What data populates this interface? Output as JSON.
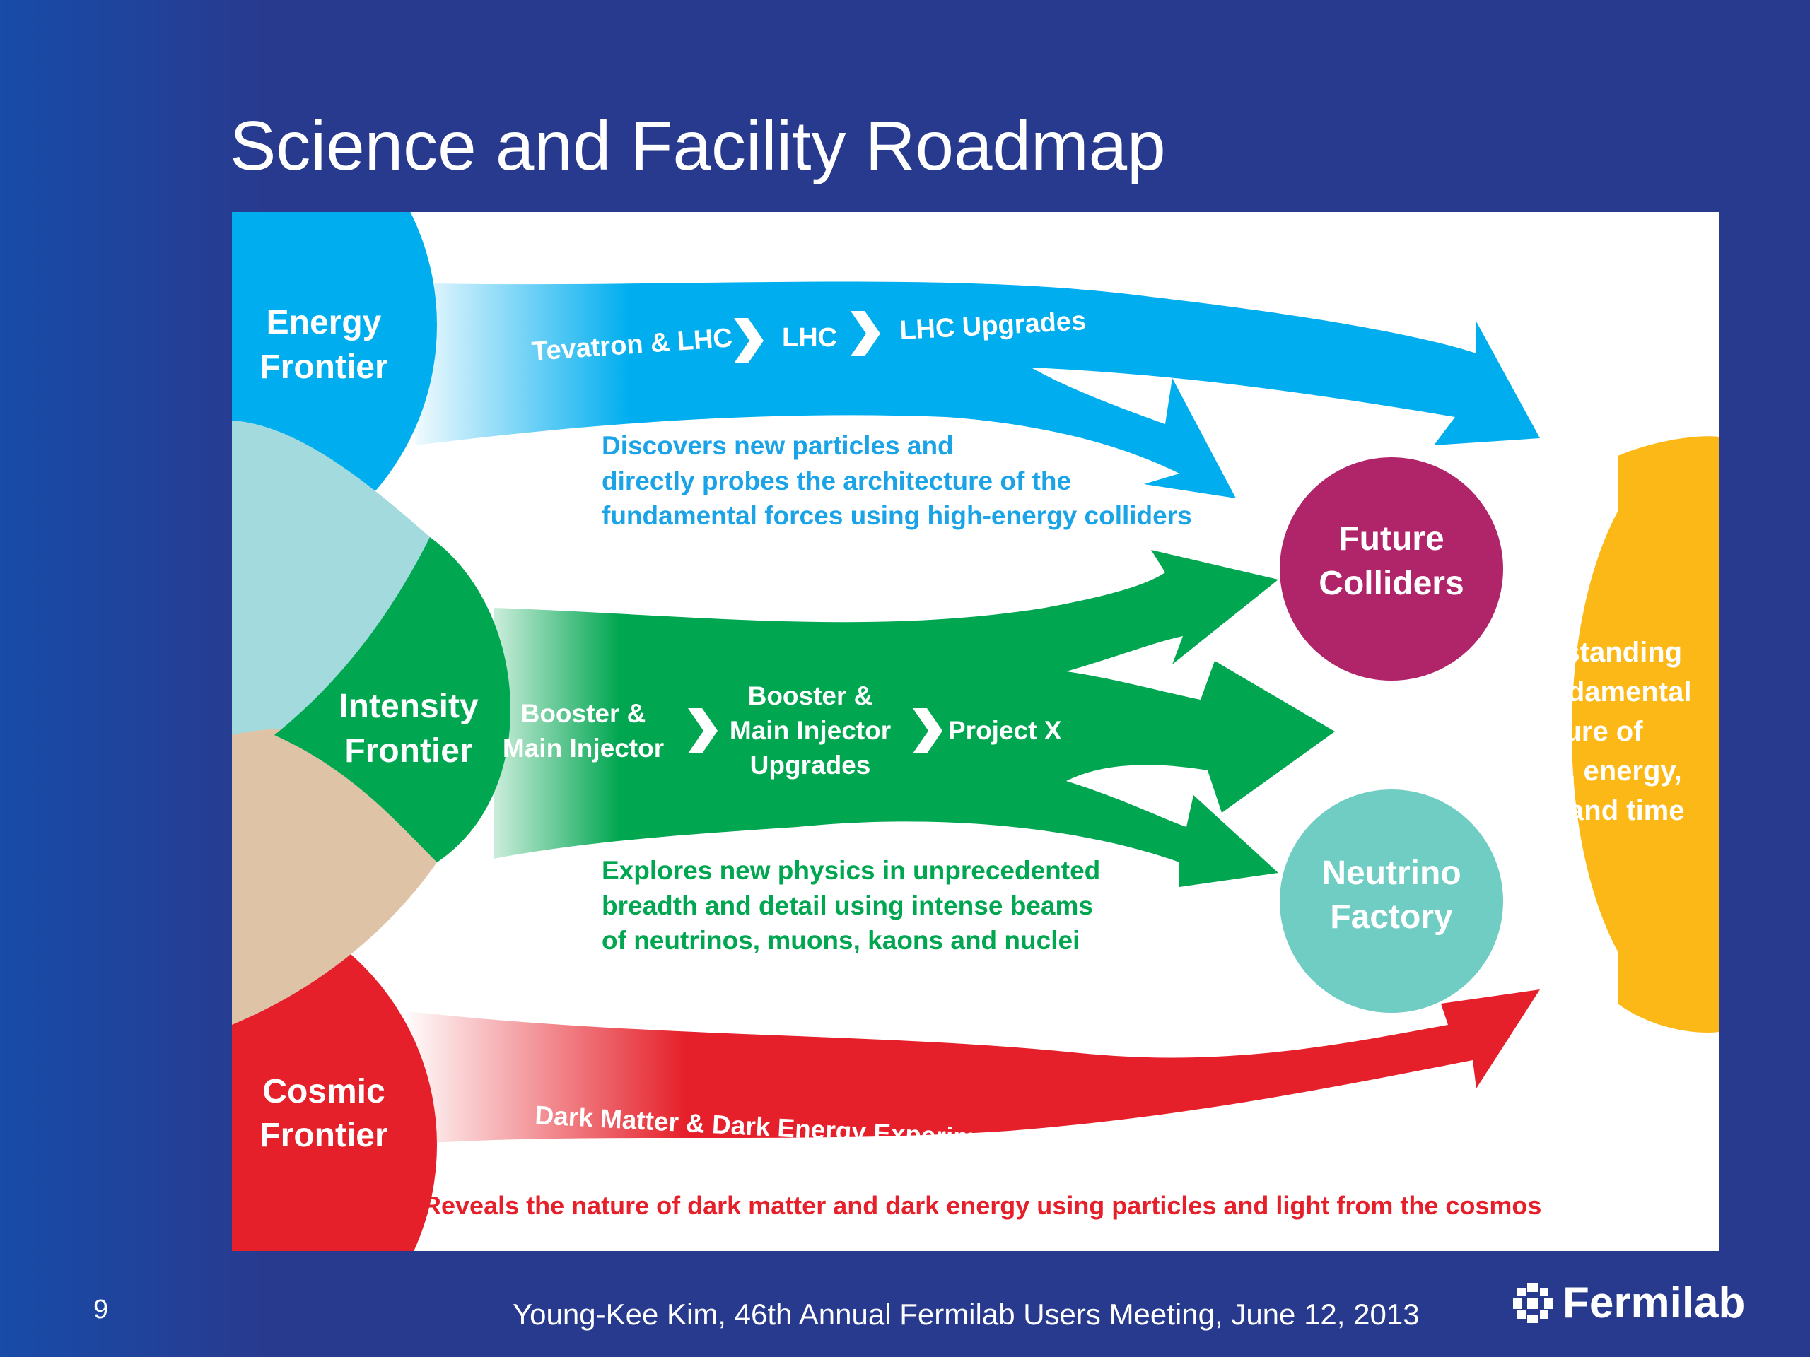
{
  "slide": {
    "title": "Science and Facility Roadmap",
    "page_number": "9",
    "footer": "Young-Kee Kim, 46th Annual Fermilab Users Meeting, June 12, 2013",
    "logo_text": "Fermilab",
    "logo_icon": "fermilab-logo-icon"
  },
  "colors": {
    "background": "#283a8e",
    "energy": "#00aeef",
    "energy_light": "#a3dade",
    "intensity": "#00a650",
    "tan": "#dfc3a7",
    "cosmic": "#e5202a",
    "future_colliders": "#b0246a",
    "neutrino_factory": "#6fcdc4",
    "goal": "#fbb817"
  },
  "frontiers": {
    "energy": {
      "name_line1": "Energy",
      "name_line2": "Frontier",
      "steps": [
        "Tevatron & LHC",
        "LHC",
        "LHC Upgrades"
      ],
      "description": [
        "Discovers new particles and",
        "directly probes the architecture of the",
        "fundamental forces using high-energy colliders"
      ]
    },
    "intensity": {
      "name_line1": "Intensity",
      "name_line2": "Frontier",
      "step1": [
        "Booster &",
        "Main Injector"
      ],
      "step2": [
        "Booster &",
        "Main Injector",
        "Upgrades"
      ],
      "step3": "Project X",
      "description": [
        "Explores new physics in unprecedented",
        "breadth and detail using intense beams",
        "of neutrinos, muons, kaons and nuclei"
      ]
    },
    "cosmic": {
      "name_line1": "Cosmic",
      "name_line2": "Frontier",
      "step": "Dark Matter & Dark Energy Experiments",
      "description": "Reveals the nature of dark matter and dark energy using particles and light from the cosmos"
    }
  },
  "destinations": {
    "future_colliders": [
      "Future",
      "Colliders"
    ],
    "neutrino_factory": [
      "Neutrino",
      "Factory"
    ],
    "goal": [
      "Understanding",
      "the fundamental",
      "nature of",
      "matter, energy,",
      "space and time"
    ]
  }
}
